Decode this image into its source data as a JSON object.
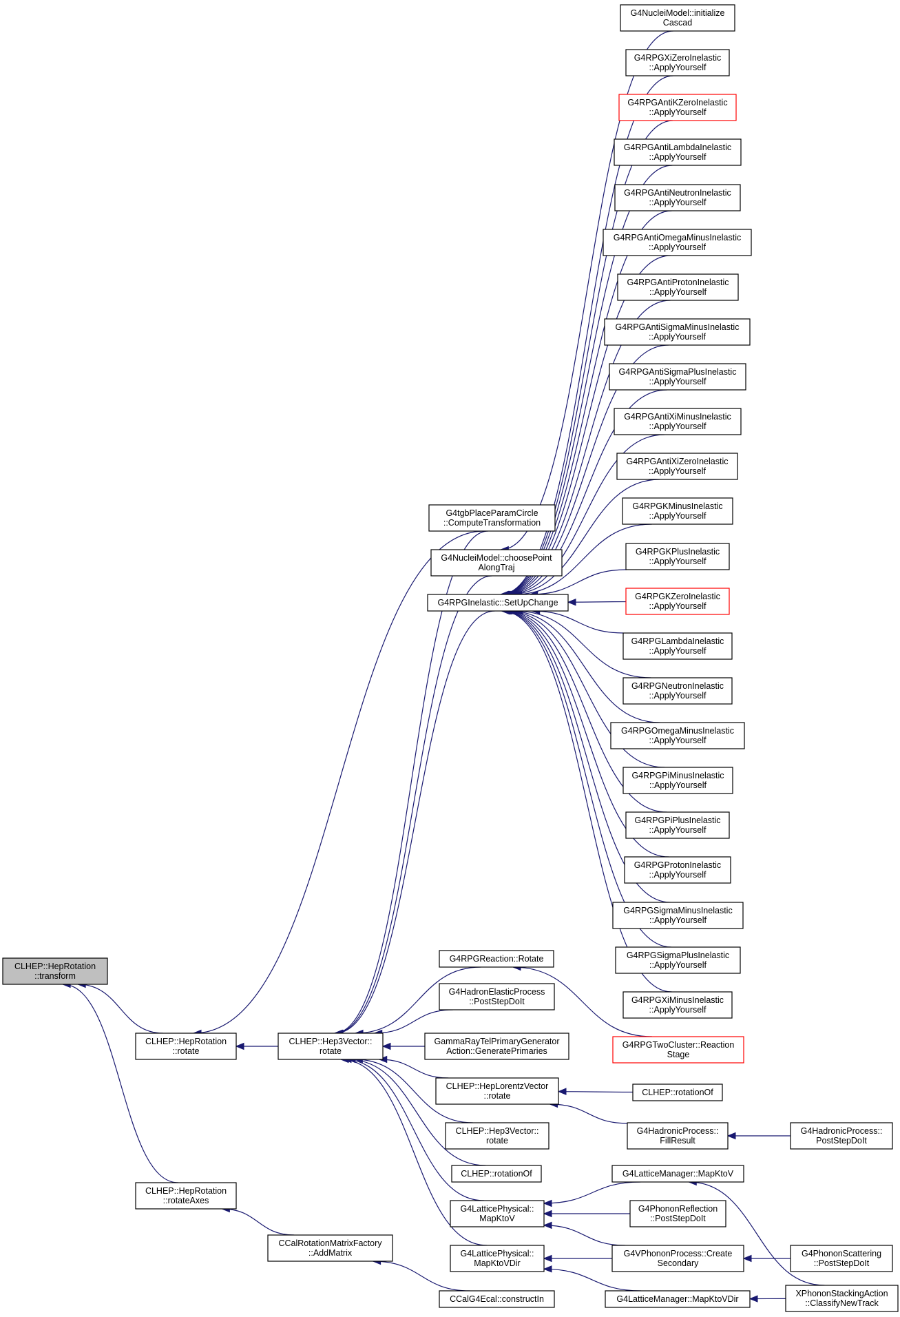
{
  "nodes": [
    {
      "id": "root",
      "lines": [
        "CLHEP::HepRotation",
        "::transform"
      ],
      "style": "root"
    },
    {
      "id": "hr_rotate",
      "lines": [
        "CLHEP::HepRotation",
        "::rotate"
      ]
    },
    {
      "id": "hr_rotateAxes",
      "lines": [
        "CLHEP::HepRotation",
        "::rotateAxes"
      ]
    },
    {
      "id": "h3_rotate",
      "lines": [
        "CLHEP::Hep3Vector::",
        "rotate"
      ]
    },
    {
      "id": "ccal_addmatrix",
      "lines": [
        "CCalRotationMatrixFactory",
        "::AddMatrix"
      ]
    },
    {
      "id": "g4tgb",
      "lines": [
        "G4tgbPlaceParamCircle",
        "::ComputeTransformation"
      ]
    },
    {
      "id": "nuclei_choose",
      "lines": [
        "G4NucleiModel::choosePoint",
        "AlongTraj"
      ]
    },
    {
      "id": "setupchange",
      "lines": [
        "G4RPGInelastic::SetUpChange"
      ]
    },
    {
      "id": "rpgreaction",
      "lines": [
        "G4RPGReaction::Rotate"
      ]
    },
    {
      "id": "hadronelastic",
      "lines": [
        "G4HadronElasticProcess",
        "::PostStepDoIt"
      ]
    },
    {
      "id": "gammaray",
      "lines": [
        "GammaRayTelPrimaryGenerator",
        "Action::GeneratePrimaries"
      ]
    },
    {
      "id": "lorentz",
      "lines": [
        "CLHEP::HepLorentzVector",
        "::rotate"
      ]
    },
    {
      "id": "h3_rotate2",
      "lines": [
        "CLHEP::Hep3Vector::",
        "rotate"
      ]
    },
    {
      "id": "rotationof1",
      "lines": [
        "CLHEP::rotationOf"
      ]
    },
    {
      "id": "lp_mapktov",
      "lines": [
        "G4LatticePhysical::",
        "MapKtoV"
      ]
    },
    {
      "id": "lp_mapktovdir",
      "lines": [
        "G4LatticePhysical::",
        "MapKtoVDir"
      ]
    },
    {
      "id": "ccalg4ecal",
      "lines": [
        "CCalG4Ecal::constructIn"
      ]
    },
    {
      "id": "nuclei_init",
      "lines": [
        "G4NucleiModel::initialize",
        "Cascad"
      ]
    },
    {
      "id": "xizero",
      "lines": [
        "G4RPGXiZeroInelastic",
        "::ApplyYourself"
      ]
    },
    {
      "id": "antikzero",
      "lines": [
        "G4RPGAntiKZeroInelastic",
        "::ApplyYourself"
      ],
      "style": "red"
    },
    {
      "id": "antilambda",
      "lines": [
        "G4RPGAntiLambdaInelastic",
        "::ApplyYourself"
      ]
    },
    {
      "id": "antineutron",
      "lines": [
        "G4RPGAntiNeutronInelastic",
        "::ApplyYourself"
      ]
    },
    {
      "id": "antiomega",
      "lines": [
        "G4RPGAntiOmegaMinusInelastic",
        "::ApplyYourself"
      ]
    },
    {
      "id": "antiproton",
      "lines": [
        "G4RPGAntiProtonInelastic",
        "::ApplyYourself"
      ]
    },
    {
      "id": "antisigmaminus",
      "lines": [
        "G4RPGAntiSigmaMinusInelastic",
        "::ApplyYourself"
      ]
    },
    {
      "id": "antisigmaplus",
      "lines": [
        "G4RPGAntiSigmaPlusInelastic",
        "::ApplyYourself"
      ]
    },
    {
      "id": "antiximinus",
      "lines": [
        "G4RPGAntiXiMinusInelastic",
        "::ApplyYourself"
      ]
    },
    {
      "id": "antixizero",
      "lines": [
        "G4RPGAntiXiZeroInelastic",
        "::ApplyYourself"
      ]
    },
    {
      "id": "kminus",
      "lines": [
        "G4RPGKMinusInelastic",
        "::ApplyYourself"
      ]
    },
    {
      "id": "kplus",
      "lines": [
        "G4RPGKPlusInelastic",
        "::ApplyYourself"
      ]
    },
    {
      "id": "kzero",
      "lines": [
        "G4RPGKZeroInelastic",
        "::ApplyYourself"
      ],
      "style": "red"
    },
    {
      "id": "lambda",
      "lines": [
        "G4RPGLambdaInelastic",
        "::ApplyYourself"
      ]
    },
    {
      "id": "neutron",
      "lines": [
        "G4RPGNeutronInelastic",
        "::ApplyYourself"
      ]
    },
    {
      "id": "omegaminus",
      "lines": [
        "G4RPGOmegaMinusInelastic",
        "::ApplyYourself"
      ]
    },
    {
      "id": "piminus",
      "lines": [
        "G4RPGPiMinusInelastic",
        "::ApplyYourself"
      ]
    },
    {
      "id": "piplus",
      "lines": [
        "G4RPGPiPlusInelastic",
        "::ApplyYourself"
      ]
    },
    {
      "id": "proton",
      "lines": [
        "G4RPGProtonInelastic",
        "::ApplyYourself"
      ]
    },
    {
      "id": "sigmaminus",
      "lines": [
        "G4RPGSigmaMinusInelastic",
        "::ApplyYourself"
      ]
    },
    {
      "id": "sigmaplus",
      "lines": [
        "G4RPGSigmaPlusInelastic",
        "::ApplyYourself"
      ]
    },
    {
      "id": "ximinus",
      "lines": [
        "G4RPGXiMinusInelastic",
        "::ApplyYourself"
      ]
    },
    {
      "id": "twocluster",
      "lines": [
        "G4RPGTwoCluster::Reaction",
        "Stage"
      ],
      "style": "red"
    },
    {
      "id": "rotationof2",
      "lines": [
        "CLHEP::rotationOf"
      ]
    },
    {
      "id": "fillresult",
      "lines": [
        "G4HadronicProcess::",
        "FillResult"
      ]
    },
    {
      "id": "hadronic_poststep",
      "lines": [
        "G4HadronicProcess::",
        "PostStepDoIt"
      ]
    },
    {
      "id": "lm_mapktov",
      "lines": [
        "G4LatticeManager::MapKtoV"
      ]
    },
    {
      "id": "phononreflection",
      "lines": [
        "G4PhononReflection",
        "::PostStepDoIt"
      ]
    },
    {
      "id": "vphonon",
      "lines": [
        "G4VPhononProcess::Create",
        "Secondary"
      ]
    },
    {
      "id": "phononscattering",
      "lines": [
        "G4PhononScattering",
        "::PostStepDoIt"
      ]
    },
    {
      "id": "lm_mapktovdir",
      "lines": [
        "G4LatticeManager::MapKtoVDir"
      ]
    },
    {
      "id": "xphonon",
      "lines": [
        "XPhononStackingAction",
        "::ClassifyNewTrack"
      ]
    }
  ],
  "edges": [
    [
      "hr_rotate",
      "root"
    ],
    [
      "hr_rotateAxes",
      "root"
    ],
    [
      "h3_rotate",
      "hr_rotate"
    ],
    [
      "g4tgb",
      "hr_rotate"
    ],
    [
      "ccal_addmatrix",
      "hr_rotateAxes"
    ],
    [
      "ccalg4ecal",
      "ccal_addmatrix"
    ],
    [
      "g4tgb",
      "h3_rotate"
    ],
    [
      "nuclei_choose",
      "h3_rotate"
    ],
    [
      "setupchange",
      "h3_rotate"
    ],
    [
      "rpgreaction",
      "h3_rotate"
    ],
    [
      "hadronelastic",
      "h3_rotate"
    ],
    [
      "gammaray",
      "h3_rotate"
    ],
    [
      "lorentz",
      "h3_rotate"
    ],
    [
      "h3_rotate2",
      "h3_rotate"
    ],
    [
      "rotationof1",
      "h3_rotate"
    ],
    [
      "lp_mapktov",
      "h3_rotate"
    ],
    [
      "lp_mapktovdir",
      "h3_rotate"
    ],
    [
      "nuclei_init",
      "nuclei_choose"
    ],
    [
      "xizero",
      "setupchange"
    ],
    [
      "antikzero",
      "setupchange"
    ],
    [
      "antilambda",
      "setupchange"
    ],
    [
      "antineutron",
      "setupchange"
    ],
    [
      "antiomega",
      "setupchange"
    ],
    [
      "antiproton",
      "setupchange"
    ],
    [
      "antisigmaminus",
      "setupchange"
    ],
    [
      "antisigmaplus",
      "setupchange"
    ],
    [
      "antiximinus",
      "setupchange"
    ],
    [
      "antixizero",
      "setupchange"
    ],
    [
      "kminus",
      "setupchange"
    ],
    [
      "kplus",
      "setupchange"
    ],
    [
      "kzero",
      "setupchange"
    ],
    [
      "lambda",
      "setupchange"
    ],
    [
      "neutron",
      "setupchange"
    ],
    [
      "omegaminus",
      "setupchange"
    ],
    [
      "piminus",
      "setupchange"
    ],
    [
      "piplus",
      "setupchange"
    ],
    [
      "proton",
      "setupchange"
    ],
    [
      "sigmaminus",
      "setupchange"
    ],
    [
      "sigmaplus",
      "setupchange"
    ],
    [
      "ximinus",
      "setupchange"
    ],
    [
      "twocluster",
      "rpgreaction"
    ],
    [
      "rotationof2",
      "lorentz"
    ],
    [
      "fillresult",
      "lorentz"
    ],
    [
      "hadronic_poststep",
      "fillresult"
    ],
    [
      "lm_mapktov",
      "lp_mapktov"
    ],
    [
      "phononreflection",
      "lp_mapktov"
    ],
    [
      "vphonon",
      "lp_mapktov"
    ],
    [
      "xphonon",
      "lm_mapktov"
    ],
    [
      "vphonon",
      "lp_mapktovdir"
    ],
    [
      "lm_mapktovdir",
      "lp_mapktovdir"
    ],
    [
      "phononscattering",
      "vphonon"
    ],
    [
      "xphonon",
      "lm_mapktovdir"
    ]
  ]
}
